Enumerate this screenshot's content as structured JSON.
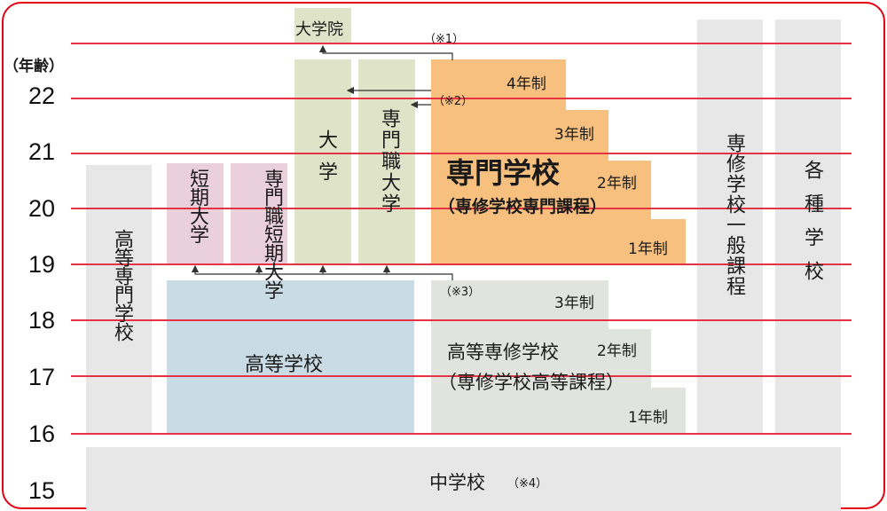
{
  "axis": {
    "label": "（年齢）",
    "ticks": [
      "22",
      "21",
      "20",
      "19",
      "18",
      "17",
      "16",
      "15"
    ]
  },
  "boxes": {
    "graduate_school": "大学院",
    "university": "大学",
    "prof_university": "専門職大学",
    "junior_college": "短期大学",
    "prof_junior_college": "専門職短期大学",
    "tech_college": "高等専門学校",
    "high_school": "高等学校",
    "senmon_school_title": "専門学校",
    "senmon_school_sub": "（専修学校専門課程）",
    "koutou_senshu_title": "高等専修学校",
    "koutou_senshu_sub": "（専修学校高等課程）",
    "general_course": "専修学校一般課程",
    "misc_school": "各種学校",
    "junior_high": "中学校"
  },
  "durations": {
    "y4": "4年制",
    "y3": "3年制",
    "y2": "2年制",
    "y1": "1年制"
  },
  "notes": {
    "n1": "（※1）",
    "n2": "（※2）",
    "n3": "（※3）",
    "n4": "（※4）"
  },
  "colors": {
    "frame": "#e60012",
    "grid_line": "#e63343",
    "senmon": "#f7c07e",
    "university": "#dfe3c8",
    "junior_college": "#ead0da",
    "high_school": "#c9dbe5",
    "koutou_senshu": "#e0e3de",
    "other": "#e7e7e7"
  }
}
